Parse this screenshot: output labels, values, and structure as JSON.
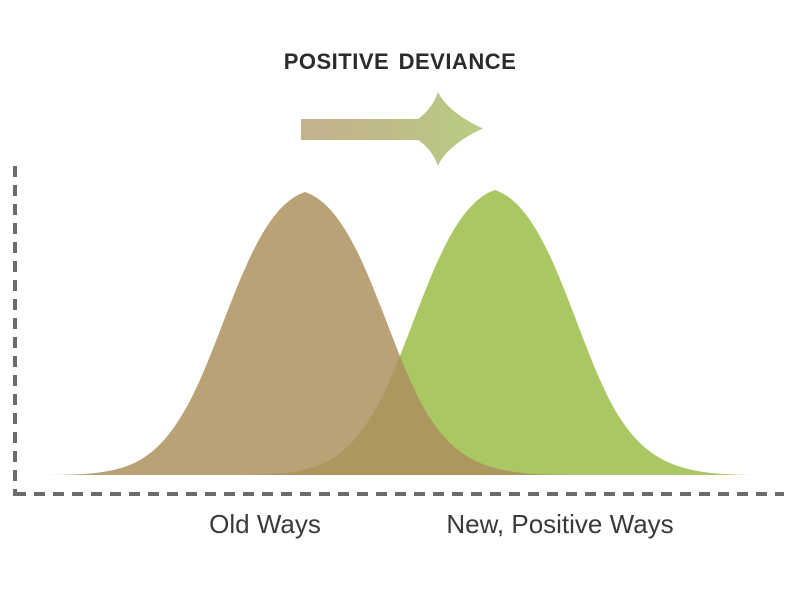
{
  "title": {
    "text": "Positive Deviance",
    "color": "#2b2b2b"
  },
  "arrow": {
    "name": "transition-arrow",
    "gradient_start": "#c3b28d",
    "gradient_end": "#b8cd83",
    "direction": "right"
  },
  "axes": {
    "y_axis_style": "dashed",
    "x_axis_style": "dashed",
    "color": "#6b6b6b"
  },
  "labels": {
    "left": "Old Ways",
    "right": "New, Positive Ways",
    "color": "#3a3a3a"
  },
  "chart_data": {
    "type": "area",
    "title": "Positive Deviance",
    "xlabel": "",
    "ylabel": "",
    "grid": false,
    "legend_position": "below-axis",
    "xlim": [
      0,
      800
    ],
    "ylim": [
      0,
      1
    ],
    "annotations": [
      {
        "name": "transition-arrow",
        "text": "",
        "from_x": 301,
        "to_x": 483,
        "y": 129,
        "note": "gradient arrow pointing from old ways to new positive ways"
      }
    ],
    "series": [
      {
        "name": "Old Ways",
        "color": "#b9a275",
        "opacity": 0.88,
        "mean": 305,
        "stddev": 105,
        "peak_x": 305,
        "peak_y": 192,
        "baseline_y": 475,
        "start_x": 42,
        "end_x": 578,
        "x": [
          42,
          80,
          120,
          160,
          200,
          240,
          270,
          305,
          340,
          370,
          410,
          450,
          490,
          530,
          578
        ],
        "values": [
          0.01,
          0.05,
          0.14,
          0.29,
          0.52,
          0.79,
          0.93,
          1.0,
          0.93,
          0.82,
          0.58,
          0.34,
          0.16,
          0.05,
          0.0
        ]
      },
      {
        "name": "New, Positive Ways",
        "color": "#a9c863",
        "opacity": 1.0,
        "mean": 495,
        "stddev": 105,
        "peak_x": 495,
        "peak_y": 190,
        "baseline_y": 475,
        "start_x": 232,
        "end_x": 766,
        "x": [
          232,
          270,
          310,
          350,
          390,
          430,
          460,
          495,
          530,
          560,
          600,
          640,
          680,
          720,
          766
        ],
        "values": [
          0.0,
          0.05,
          0.14,
          0.29,
          0.52,
          0.79,
          0.93,
          1.0,
          0.93,
          0.82,
          0.58,
          0.34,
          0.16,
          0.05,
          0.01
        ]
      }
    ],
    "overlap": {
      "name": "overlap-region",
      "color": "#ab9a60",
      "x_start": 232,
      "x_end": 578,
      "crossing_x": 405,
      "crossing_y": 265
    }
  }
}
